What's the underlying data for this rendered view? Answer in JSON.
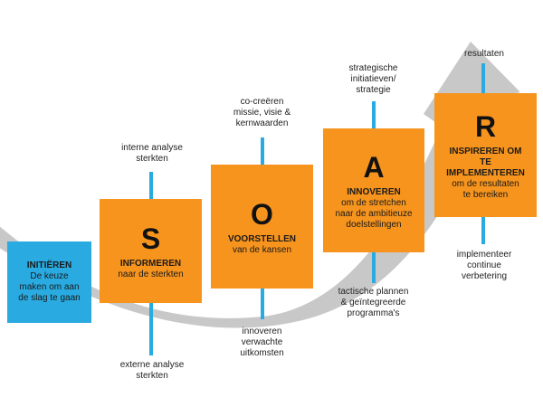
{
  "colors": {
    "orange": "#f7941d",
    "blue": "#29abe2",
    "arrow": "#c8c8c8"
  },
  "initieren": {
    "title": "INITIËREN",
    "desc": "De keuze\nmaken om aan\nde slag te gaan"
  },
  "steps": [
    {
      "letter": "S",
      "title": "INFORMEREN",
      "desc": "naar de sterkten",
      "top_note": "interne analyse\nsterkten",
      "bottom_note": "externe analyse\nsterkten"
    },
    {
      "letter": "O",
      "title": "VOORSTELLEN",
      "desc": "van de kansen",
      "top_note": "co-creëren\nmissie, visie &\nkernwaarden",
      "bottom_note": "innoveren\nverwachte\nuitkomsten"
    },
    {
      "letter": "A",
      "title": "INNOVEREN",
      "desc": "om de stretchen\nnaar de ambitieuze\ndoelstellingen",
      "top_note": "strategische\ninitiatieven/\nstrategie",
      "bottom_note": "tactische plannen\n& geïntegreerde\nprogramma's"
    },
    {
      "letter": "R",
      "title": "INSPIREREN OM\nTE\nIMPLEMENTEREN",
      "desc": "om de resultaten\nte bereiken",
      "top_note": "resultaten",
      "bottom_note": "implementeer\ncontinue\nverbetering"
    }
  ]
}
